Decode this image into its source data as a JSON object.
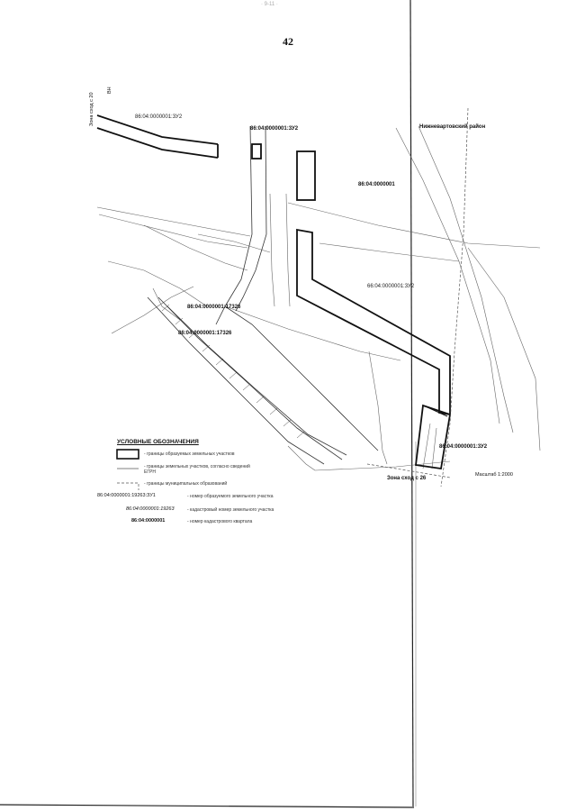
{
  "header": {
    "page_number": "42",
    "top_mark": "· 9-11 ·"
  },
  "map": {
    "district_label": "Нижневартовский район",
    "quarter_label": "86:04:0000001",
    "zones": {
      "zone_20": "Зона сход с 20",
      "zone_26": "Зона сход с 26",
      "north_mark": "ВН"
    },
    "plots": [
      {
        "id": "86:04:0000001:3У2"
      },
      {
        "id": "86:04:0000001:3У2"
      },
      {
        "id": "66:04:0000001:3У2"
      },
      {
        "id": "86:04:0000001:3У2"
      },
      {
        "id": "86:04:0000001:17326"
      },
      {
        "id": "86:04:0000001:17326"
      }
    ],
    "scale": "Масштаб 1:2000"
  },
  "legend": {
    "title": "УСЛОВНЫЕ ОБОЗНАЧЕНИЯ",
    "items": [
      {
        "text": "- границы образуемых земельных участков"
      },
      {
        "text": "- границы земельных участков, согласно сведений ЕГРН"
      },
      {
        "text": "- границы муниципальных образований"
      }
    ],
    "codes": [
      {
        "code": "86:04:0000001:19263:ЗУ1",
        "text": "- номер образуемого земельного участка"
      },
      {
        "code": "86:04:0000001:19263",
        "text": "- кадастровый номер земельного участка"
      },
      {
        "code": "86:04:0000001",
        "text": "- номер кадастрового квартала"
      }
    ]
  }
}
